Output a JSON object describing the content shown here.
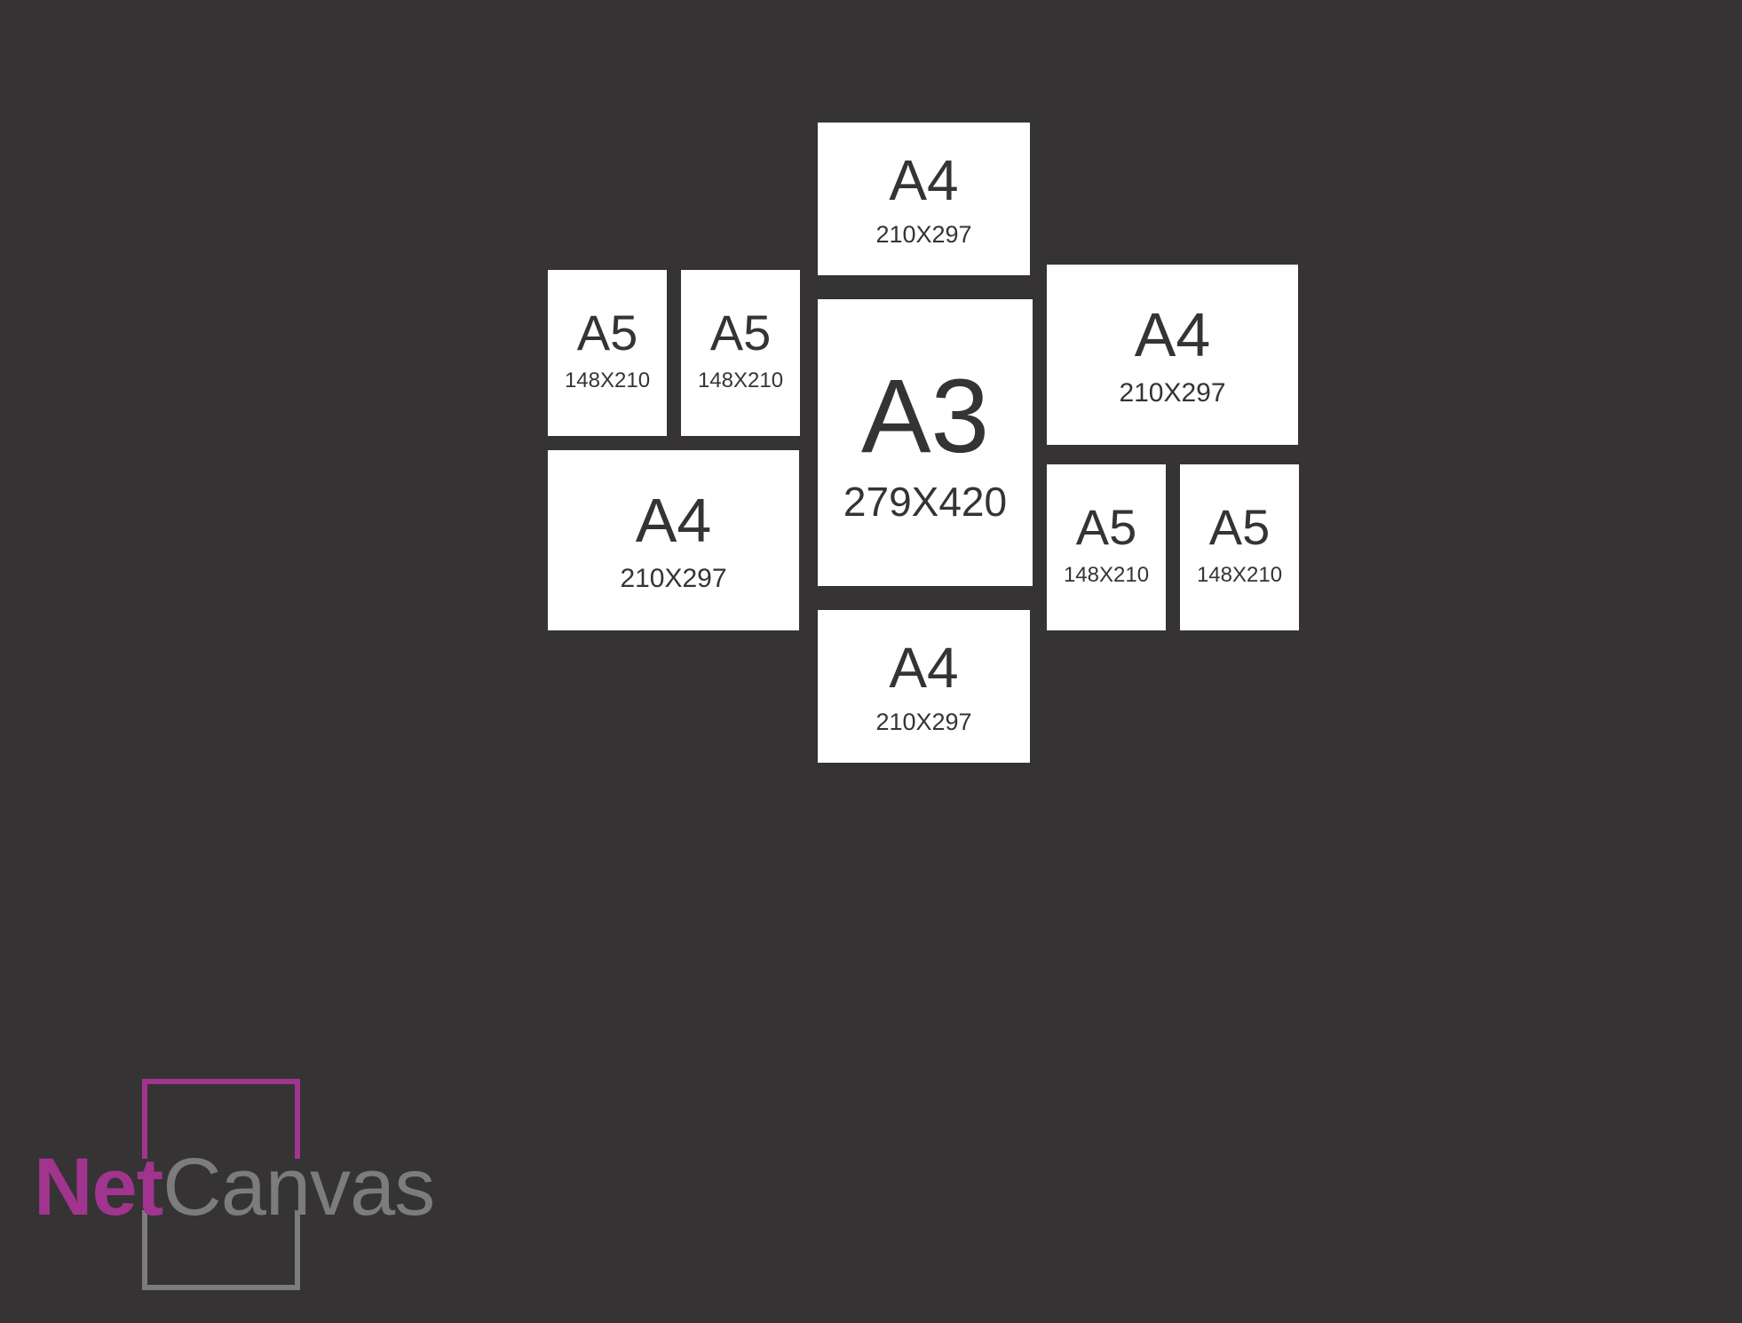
{
  "frames": {
    "a4_top": {
      "size": "A4",
      "dims": "210X297"
    },
    "a5_1": {
      "size": "A5",
      "dims": "148X210"
    },
    "a5_2": {
      "size": "A5",
      "dims": "148X210"
    },
    "a3": {
      "size": "A3",
      "dims": "279X420"
    },
    "a4_right": {
      "size": "A4",
      "dims": "210X297"
    },
    "a4_left": {
      "size": "A4",
      "dims": "210X297"
    },
    "a5_3": {
      "size": "A5",
      "dims": "148X210"
    },
    "a5_4": {
      "size": "A5",
      "dims": "148X210"
    },
    "a4_bottom": {
      "size": "A4",
      "dims": "210X297"
    }
  },
  "logo": {
    "part1": "Net",
    "part2": "Canvas"
  },
  "colors": {
    "background": "#353334",
    "frame": "#ffffff",
    "logo_purple": "#a1348e",
    "logo_grey": "#7c7b7d"
  }
}
